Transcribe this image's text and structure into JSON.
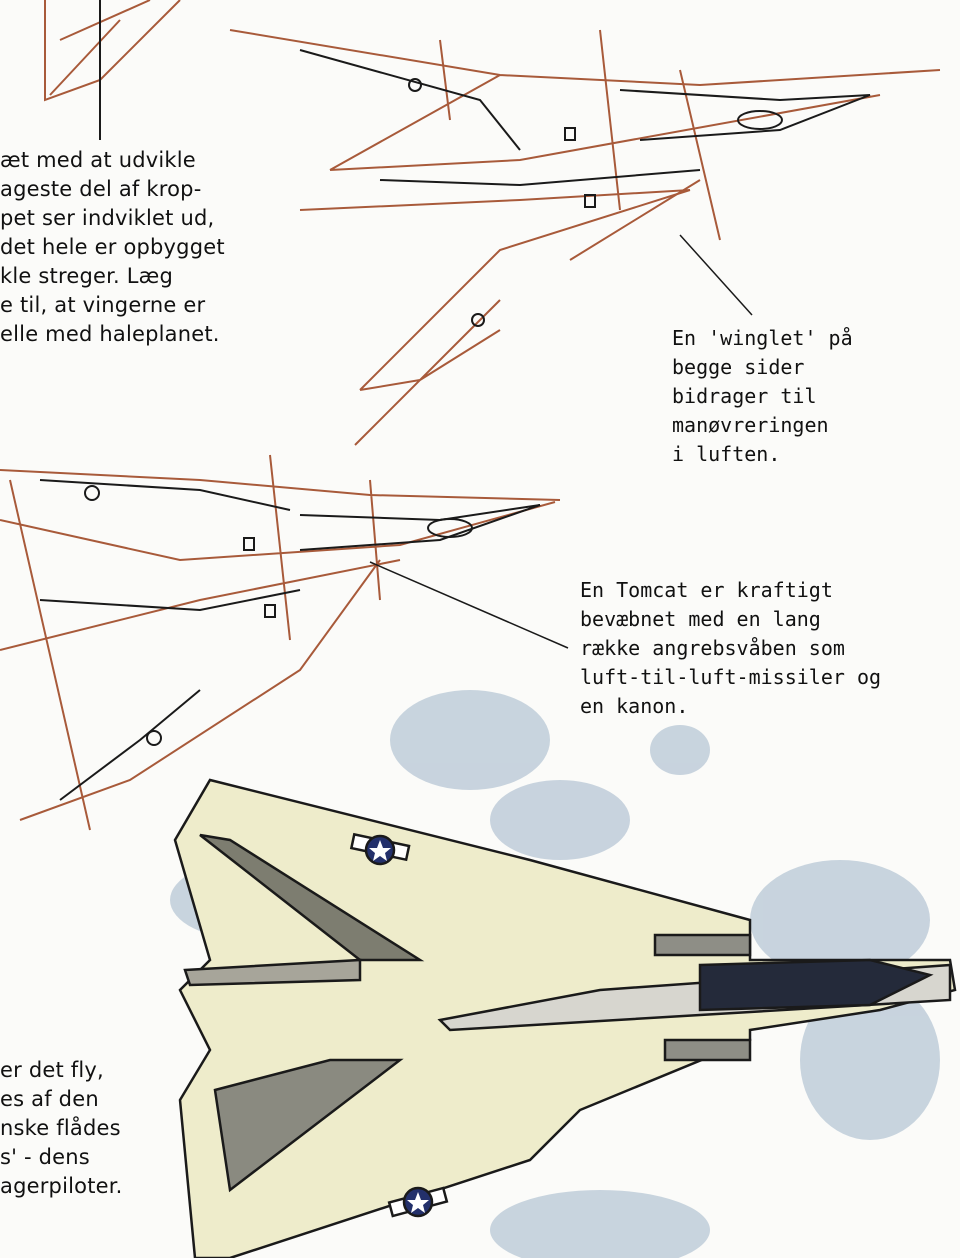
{
  "intro_text": {
    "lines": [
      "æt med at udvikle",
      "ageste del af krop-",
      "pet ser indviklet ud,",
      "det hele er opbygget",
      "kle streger. Læg",
      "e til, at vingerne er",
      "elle med haleplanet."
    ]
  },
  "winglet_caption": {
    "lines": [
      "En 'winglet' på",
      "begge sider",
      "bidrager til",
      "manøvreringen",
      "i luften."
    ]
  },
  "tomcat_caption": {
    "lines": [
      "En Tomcat er kraftigt",
      "bevæbnet med en lang",
      "række angrebsvåben som",
      "luft-til-luft-missiler og",
      "en kanon."
    ]
  },
  "bottom_text": {
    "lines": [
      "er det fly,",
      "es af den",
      "nske flådes",
      "s' - dens",
      "agerpiloter."
    ]
  },
  "colors": {
    "sketch_brown": "#a85a3a",
    "ink": "#1a1a1a",
    "plane_cream": "#eeeccb",
    "sky_blue": "#9fb4c8"
  }
}
